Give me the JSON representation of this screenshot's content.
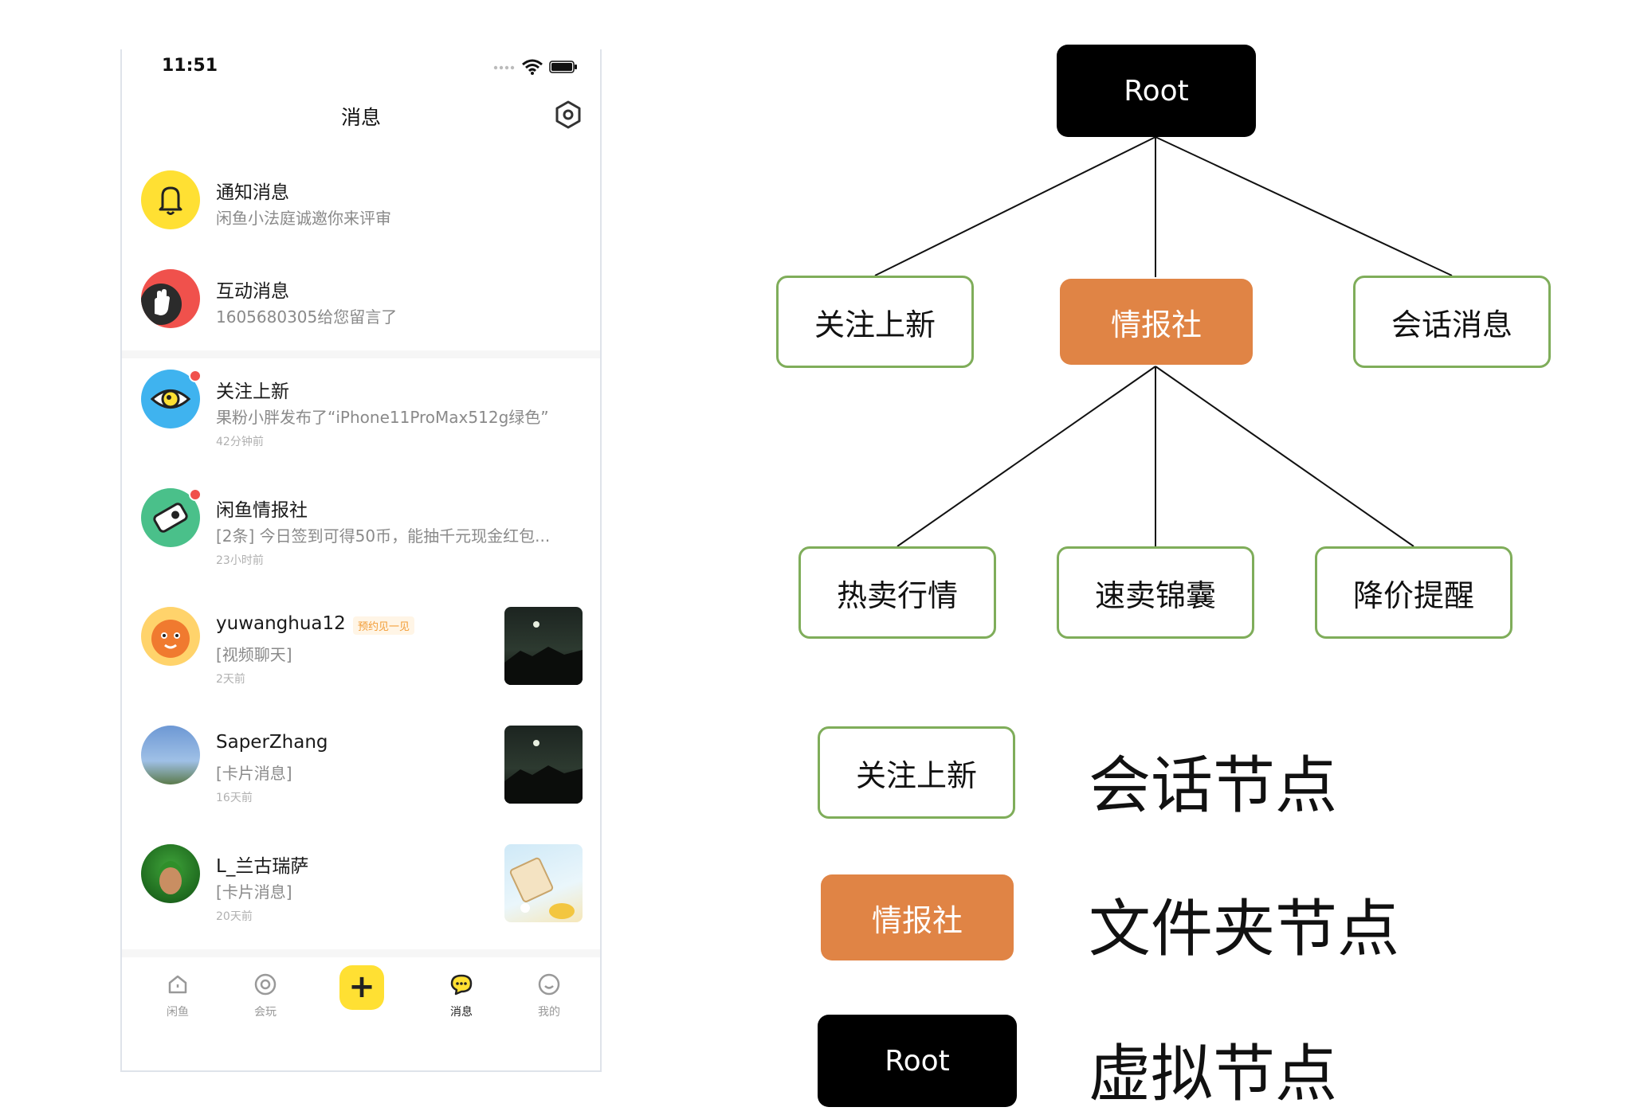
{
  "phone": {
    "status": {
      "time": "11:51"
    },
    "nav_title": "消息",
    "messages": [
      {
        "title": "通知消息",
        "subtitle": "闲鱼小法庭诚邀你来评审",
        "time": ""
      },
      {
        "title": "互动消息",
        "subtitle": "1605680305给您留言了",
        "time": ""
      },
      {
        "title": "关注上新",
        "subtitle": "果粉小胖发布了“iPhone11ProMax512g绿色”",
        "time": "42分钟前"
      },
      {
        "title": "闲鱼情报社",
        "subtitle": "[2条] 今日签到可得50币，能抽千元现金红包...",
        "time": "23小时前"
      },
      {
        "title": "yuwanghua12",
        "badge": "预约见一见",
        "subtitle": "[视频聊天]",
        "time": "2天前"
      },
      {
        "title": "SaperZhang",
        "subtitle": "[卡片消息]",
        "time": "16天前"
      },
      {
        "title": "L_兰古瑞萨",
        "subtitle": "[卡片消息]",
        "time": "20天前"
      }
    ],
    "tabs": [
      {
        "label": "闲鱼"
      },
      {
        "label": "会玩"
      },
      {
        "label": "+"
      },
      {
        "label": "消息"
      },
      {
        "label": "我的"
      }
    ]
  },
  "diagram": {
    "root": "Root",
    "level1": [
      "关注上新",
      "情报社",
      "会话消息"
    ],
    "level2": [
      "热卖行情",
      "速卖锦囊",
      "降价提醒"
    ],
    "legend": [
      {
        "node_label": "关注上新",
        "kind": "会话节点"
      },
      {
        "node_label": "情报社",
        "kind": "文件夹节点"
      },
      {
        "node_label": "Root",
        "kind": "虚拟节点"
      }
    ]
  },
  "colors": {
    "session_border": "#7fad5a",
    "folder_fill": "#e08445",
    "virtual_fill": "#000000",
    "accent_yellow": "#ffe033",
    "unread_red": "#f0514c"
  },
  "icons": [
    "wifi-icon",
    "battery-icon",
    "settings-icon",
    "bell-icon",
    "hand-icon",
    "eye-icon",
    "tag-icon",
    "home-icon",
    "play-icon",
    "chat-icon",
    "smile-icon",
    "plus-icon"
  ]
}
